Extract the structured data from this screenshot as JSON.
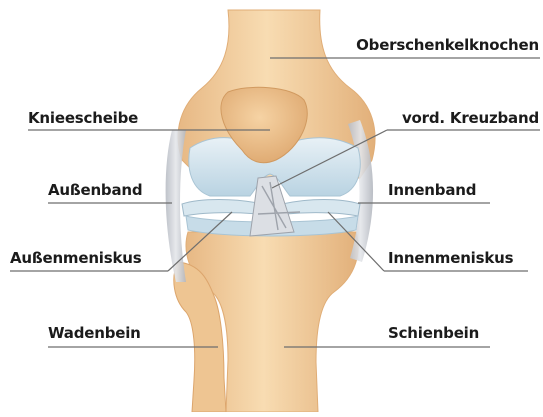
{
  "labels": {
    "femur": "Oberschenkelknochen",
    "patella": "Knieescheibe",
    "acl": "vord. Kreuzband",
    "lcl": "Außenband",
    "mcl": "Innenband",
    "lat_meniscus": "Außenmeniskus",
    "med_meniscus": "Innenmeniskus",
    "fibula": "Wadenbein",
    "tibia": "Schienbein"
  },
  "colors": {
    "bone": "#f4d3a4",
    "bone_shadow": "#e3b37c",
    "cartilage": "#cfe3ee",
    "ligament": "#c9ccd2",
    "leader_line": "#6e6e6e"
  }
}
